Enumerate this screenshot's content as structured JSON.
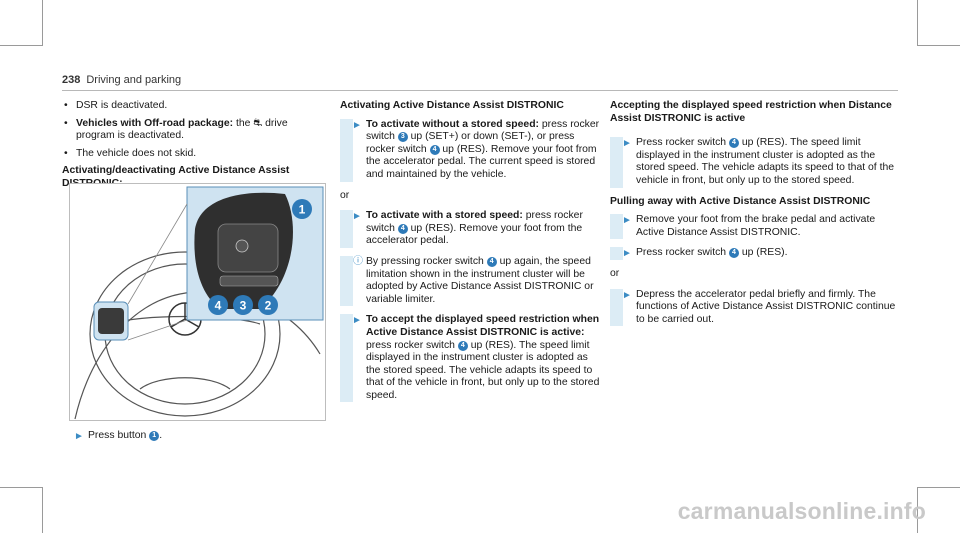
{
  "header": {
    "page_number": "238",
    "section": "Driving and parking"
  },
  "col1": {
    "bullets": [
      "DSR is deactivated.",
      "the ⛐ drive program is deactivated.",
      "The vehicle does not skid."
    ],
    "bullet2_lead": "Vehicles with Off-road package:",
    "heading": "Activating/deactivating Active Distance Assist DISTRONIC:",
    "figure_callouts": [
      "1",
      "4",
      "3",
      "2"
    ],
    "step_text": "Press button",
    "step_ref": "1"
  },
  "col2": {
    "heading": "Activating Active Distance Assist DISTRONIC",
    "step1_lead": "To activate without a stored speed:",
    "step1_a": "press rocker switch",
    "step1_ref1": "3",
    "step1_b": "up (SET+) or down (SET-), or press rocker switch",
    "step1_ref2": "4",
    "step1_c": "up (RES). Remove your foot from the accelerator pedal. The current speed is stored and maintained by the vehicle.",
    "or1": "or",
    "step2_lead": "To activate with a stored speed:",
    "step2_a": "press rocker switch",
    "step2_ref": "4",
    "step2_b": "up (RES). Remove your foot from the accelerator pedal.",
    "note_a": "By pressing rocker switch",
    "note_ref": "4",
    "note_b": "up again, the speed limitation shown in the instrument cluster will be adopted by Active Distance Assist DISTRONIC or variable limiter.",
    "step3_lead": "To accept the displayed speed restriction when Active Distance Assist DISTRONIC is active:",
    "step3_a": "press rocker switch",
    "step3_ref": "4",
    "step3_b": "up (RES). The speed limit displayed in the instrument cluster is adopted as the stored speed. The vehicle adapts its speed to that of the vehicle in front, but only up to the stored speed."
  },
  "col3": {
    "heading1": "Accepting the displayed speed restriction when Distance Assist DISTRONIC is active",
    "s1_a": "Press rocker switch",
    "s1_ref": "4",
    "s1_b": "up (RES). The speed limit displayed in the instrument cluster is adopted as the stored speed. The vehicle adapts its speed to that of the vehicle in front, but only up to the stored speed.",
    "heading2": "Pulling away with Active Distance Assist DISTRONIC",
    "s2": "Remove your foot from the brake pedal and activate Active Distance Assist DISTRONIC.",
    "s3_a": "Press rocker switch",
    "s3_ref": "4",
    "s3_b": "up (RES).",
    "or": "or",
    "s4": "Depress the accelerator pedal briefly and firmly. The functions of Active Distance Assist DISTRONIC continue to be carried out."
  },
  "watermark": "carmanualsonline.info"
}
